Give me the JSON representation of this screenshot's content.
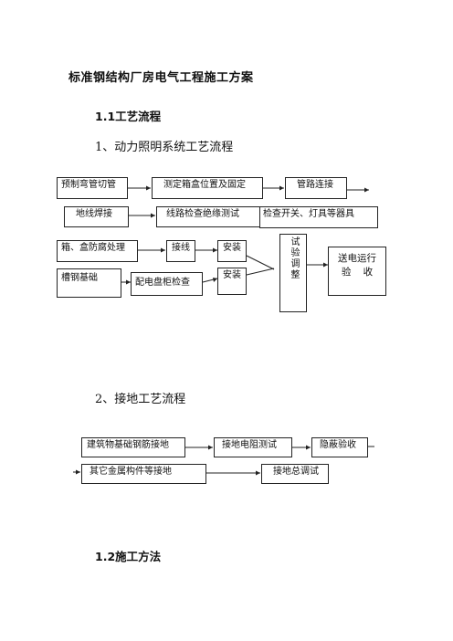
{
  "doc": {
    "title": "标准钢结构厂房电气工程施工方案",
    "section1": "1.1工艺流程",
    "sub1": "1、动力照明系统工艺流程",
    "sub2": "2、接地工艺流程",
    "section2": "1.2施工方法"
  },
  "flow1": {
    "prefab": "预制弯管切管",
    "locate": "测定箱盒位置及固定",
    "pipe": "管路连接",
    "ground_weld": "地线焊接",
    "insulation": "线路检查绝缘测试",
    "check_switch": "检查开关、灯具等器具",
    "box_anticorrosion": "箱、盒防腐处理",
    "wiring": "接线",
    "install1": "安装",
    "install2": "安装",
    "channel": "槽钢基础",
    "panel_check": "配电盘柜检查",
    "adjust": "试验调整",
    "power_accept_line1": "送电运行",
    "power_accept_line2": "验    收"
  },
  "flow2": {
    "rebar": "建筑物基础钢筋接地",
    "resistance": "接地电阻测试",
    "hidden": "隐蔽验收",
    "metal": "其它金属构件等接地",
    "total": "接地总调试"
  }
}
